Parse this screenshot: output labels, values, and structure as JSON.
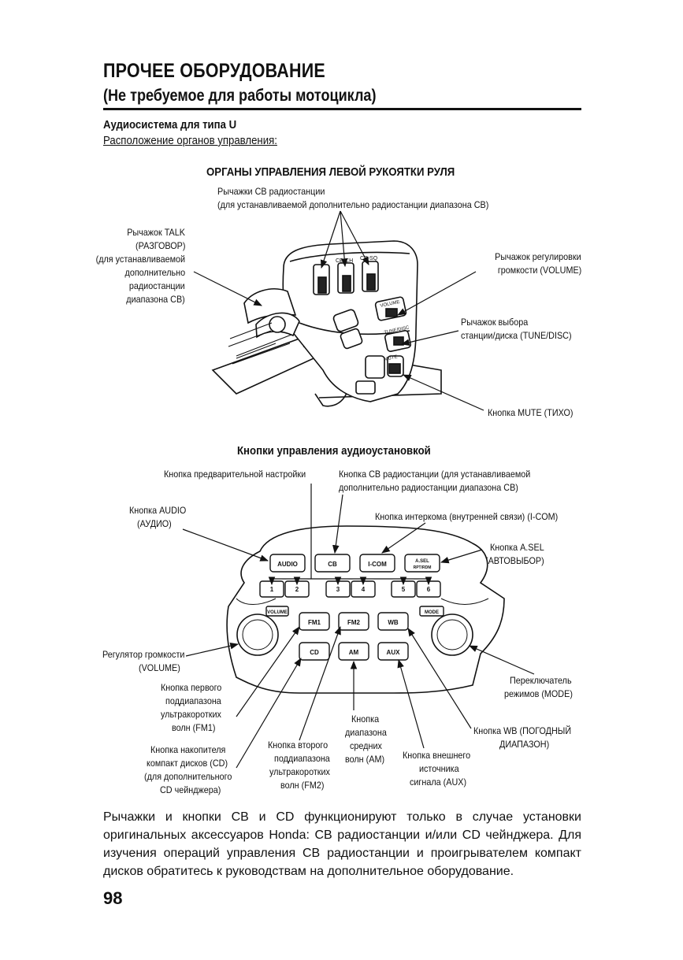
{
  "header": {
    "title": "ПРОЧЕЕ ОБОРУДОВАНИЕ",
    "subtitle": "(Не требуемое для работы мотоцикла)",
    "section": "Аудиосистема для типа U",
    "subsection": "Расположение органов управления:"
  },
  "figure1": {
    "title": "ОРГАНЫ УПРАВЛЕНИЯ ЛЕВОЙ РУКОЯТКИ РУЛЯ",
    "labels": {
      "cb_levers_1": "Рычажки CB радиостанции",
      "cb_levers_2": "(для устанавливаемой дополнительно радиостанции диапазона CB)",
      "talk_1": "Рычажок TALK",
      "talk_2": "(РАЗГОВОР)",
      "talk_3": "(для устанавливаемой",
      "talk_4": "дополнительно",
      "talk_5": "радиостанции",
      "talk_6": "диапазона CB)",
      "volume_1": "Рычажок регулировки",
      "volume_2": "громкости (VOLUME)",
      "tune_1": "Рычажок выбора",
      "tune_2": "станции/диска (TUNE/DISC)",
      "mute": "Кнопка MUTE (ТИХО)"
    },
    "device_text": {
      "cb_ch": "CB-CH",
      "cb_sq": "CB-SQ",
      "vol_lever": "VOLUME",
      "tune_lever": "TUNE/DISC",
      "mute_lever": "MUTE"
    }
  },
  "figure2": {
    "title": "Кнопки управления аудиоустановкой",
    "labels": {
      "preset": "Кнопка предварительной настройки",
      "cb_btn_1": "Кнопка CB радиостанции (для устанавливаемой",
      "cb_btn_2": "дополнительно радиостанции диапазона CB)",
      "audio_1": "Кнопка AUDIO",
      "audio_2": "(АУДИО)",
      "icom": "Кнопка интеркома (внутренней связи) (I-COM)",
      "asel_1": "Кнопка A.SEL",
      "asel_2": "(АВТОВЫБОР)",
      "vol_knob_1": "Регулятор громкости",
      "vol_knob_2": "(VOLUME)",
      "fm1_1": "Кнопка первого",
      "fm1_2": "поддиапазона",
      "fm1_3": "ультракоротких",
      "fm1_4": "волн (FM1)",
      "mode_1": "Переключатель",
      "mode_2": "режимов (MODE)",
      "am_1": "Кнопка",
      "am_2": "диапазона",
      "am_3": "средних",
      "am_4": "волн (AM)",
      "wb_1": "Кнопка WB (ПОГОДНЫЙ",
      "wb_2": "ДИАПАЗОН)",
      "cd_1": "Кнопка накопителя",
      "cd_2": "компакт дисков (CD)",
      "cd_3": "(для дополнительного",
      "cd_4": "CD чейнджера)",
      "fm2_1": "Кнопка второго",
      "fm2_2": "поддиапазона",
      "fm2_3": "ультракоротких",
      "fm2_4": "волн (FM2)",
      "aux_1": "Кнопка внешнего",
      "aux_2": "источника",
      "aux_3": "сигнала (AUX)"
    },
    "panel": {
      "audio": "AUDIO",
      "cb": "CB",
      "icom": "I-COM",
      "asel_1": "A.SEL",
      "asel_2": "RPT/RDM",
      "preset1": "1",
      "preset2": "2",
      "preset3": "3",
      "preset4": "4",
      "preset5": "5",
      "preset6": "6",
      "volume": "VOLUME",
      "mode": "MODE",
      "fm1": "FM1",
      "fm2": "FM2",
      "wb": "WB",
      "cd": "CD",
      "am": "AM",
      "aux": "AUX"
    }
  },
  "body_text": "Рычажки и кнопки CB и CD функционируют только в случае установки оригинальных аксессуаров Honda: CB радиостанции и/или CD чейнджера. Для изучения операций управления CB радиостанции и проигрывателем компакт дисков обратитесь к руководствам на дополнительное оборудование.",
  "page_number": "98"
}
